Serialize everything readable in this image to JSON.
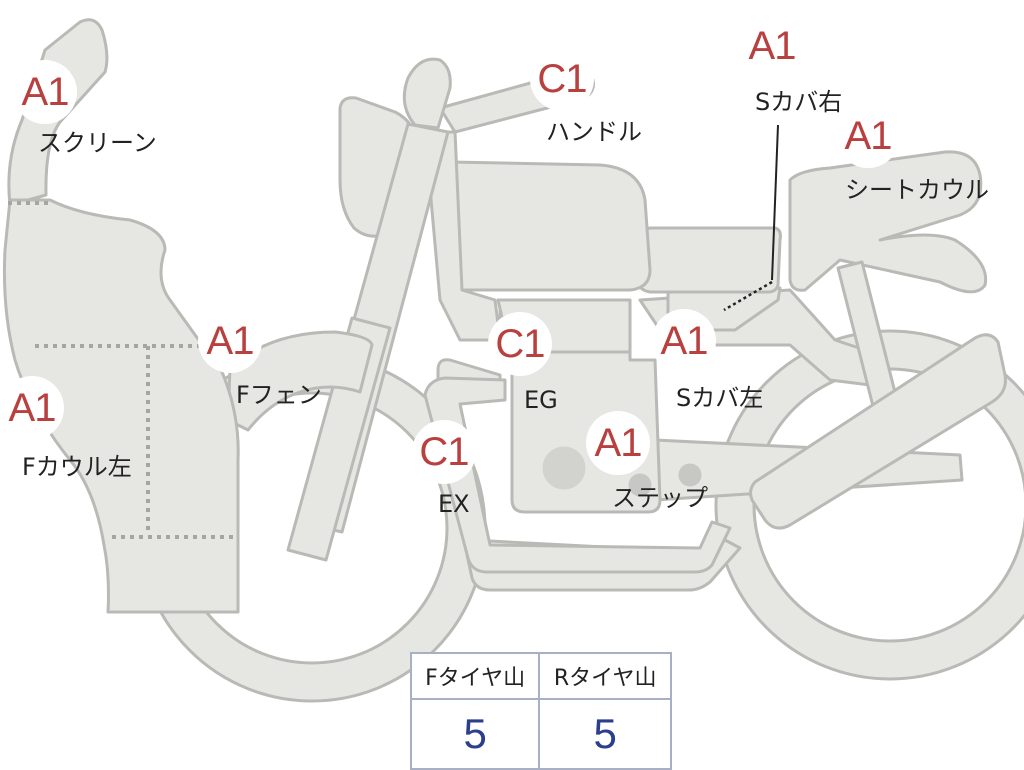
{
  "labels": [
    {
      "id": "screen",
      "grade": "A1",
      "text": "スクリーン"
    },
    {
      "id": "handle",
      "grade": "C1",
      "text": "ハンドル"
    },
    {
      "id": "s-cover-right",
      "grade": "A1",
      "text": "Sカバ右"
    },
    {
      "id": "seat-cowl",
      "grade": "A1",
      "text": "シートカウル"
    },
    {
      "id": "f-fender",
      "grade": "A1",
      "text": "Fフェン"
    },
    {
      "id": "engine",
      "grade": "C1",
      "text": "EG"
    },
    {
      "id": "s-cover-left",
      "grade": "A1",
      "text": "Sカバ左"
    },
    {
      "id": "f-cowl-left",
      "grade": "A1",
      "text": "Fカウル左"
    },
    {
      "id": "exhaust",
      "grade": "C1",
      "text": "EX"
    },
    {
      "id": "step",
      "grade": "A1",
      "text": "ステップ"
    }
  ],
  "tire": {
    "front_header": "Fタイヤ山",
    "rear_header": "Rタイヤ山",
    "front_value": "5",
    "rear_value": "5"
  },
  "colors": {
    "body_fill": "#e6e7e3",
    "body_stroke": "#b9bab5",
    "grade_text": "#b8403f",
    "value_text": "#2c3f8c",
    "table_border": "#a7b0c4",
    "dotted": "#a4a6a0"
  }
}
